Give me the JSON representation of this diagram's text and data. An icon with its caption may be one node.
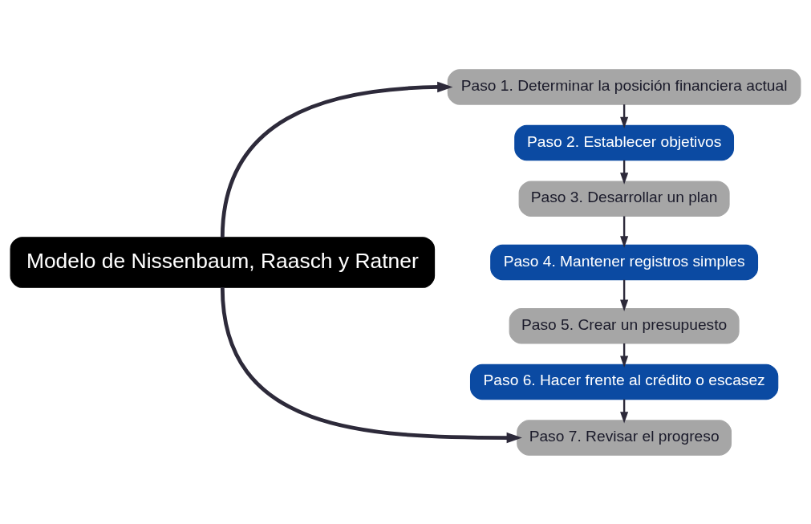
{
  "diagram": {
    "nodes": [
      {
        "text": [
          "Modelo de Nissenbaum, Raasch y Ratner"
        ]
      },
      {
        "text": [
          "Paso 1. Determinar la posición financiera actual"
        ]
      },
      {
        "text": [
          "Paso 2. Establecer objetivos"
        ]
      },
      {
        "text": [
          "Paso 3. Desarrollar un plan"
        ]
      },
      {
        "text": [
          "Paso 4. Mantener registros simples"
        ]
      },
      {
        "text": [
          "Paso 5. Crear un presupuesto"
        ]
      },
      {
        "text": [
          "Paso 6. Hacer frente al crédito o escasez"
        ]
      },
      {
        "text": [
          "Paso 7. Revisar el progreso"
        ]
      }
    ],
    "edges": [
      {
        "from": 0,
        "to": 1,
        "arrow": "to",
        "style": "thick"
      },
      {
        "from": 0,
        "to": 7,
        "arrow": "to",
        "style": "thick"
      },
      {
        "from": 1,
        "to": 2,
        "arrow": "to"
      },
      {
        "from": 2,
        "to": 3,
        "arrow": "to"
      },
      {
        "from": 3,
        "to": 4,
        "arrow": "to"
      },
      {
        "from": 4,
        "to": 5,
        "arrow": "to"
      },
      {
        "from": 5,
        "to": 6,
        "arrow": "to"
      },
      {
        "from": 6,
        "to": 7,
        "arrow": "to"
      }
    ]
  }
}
